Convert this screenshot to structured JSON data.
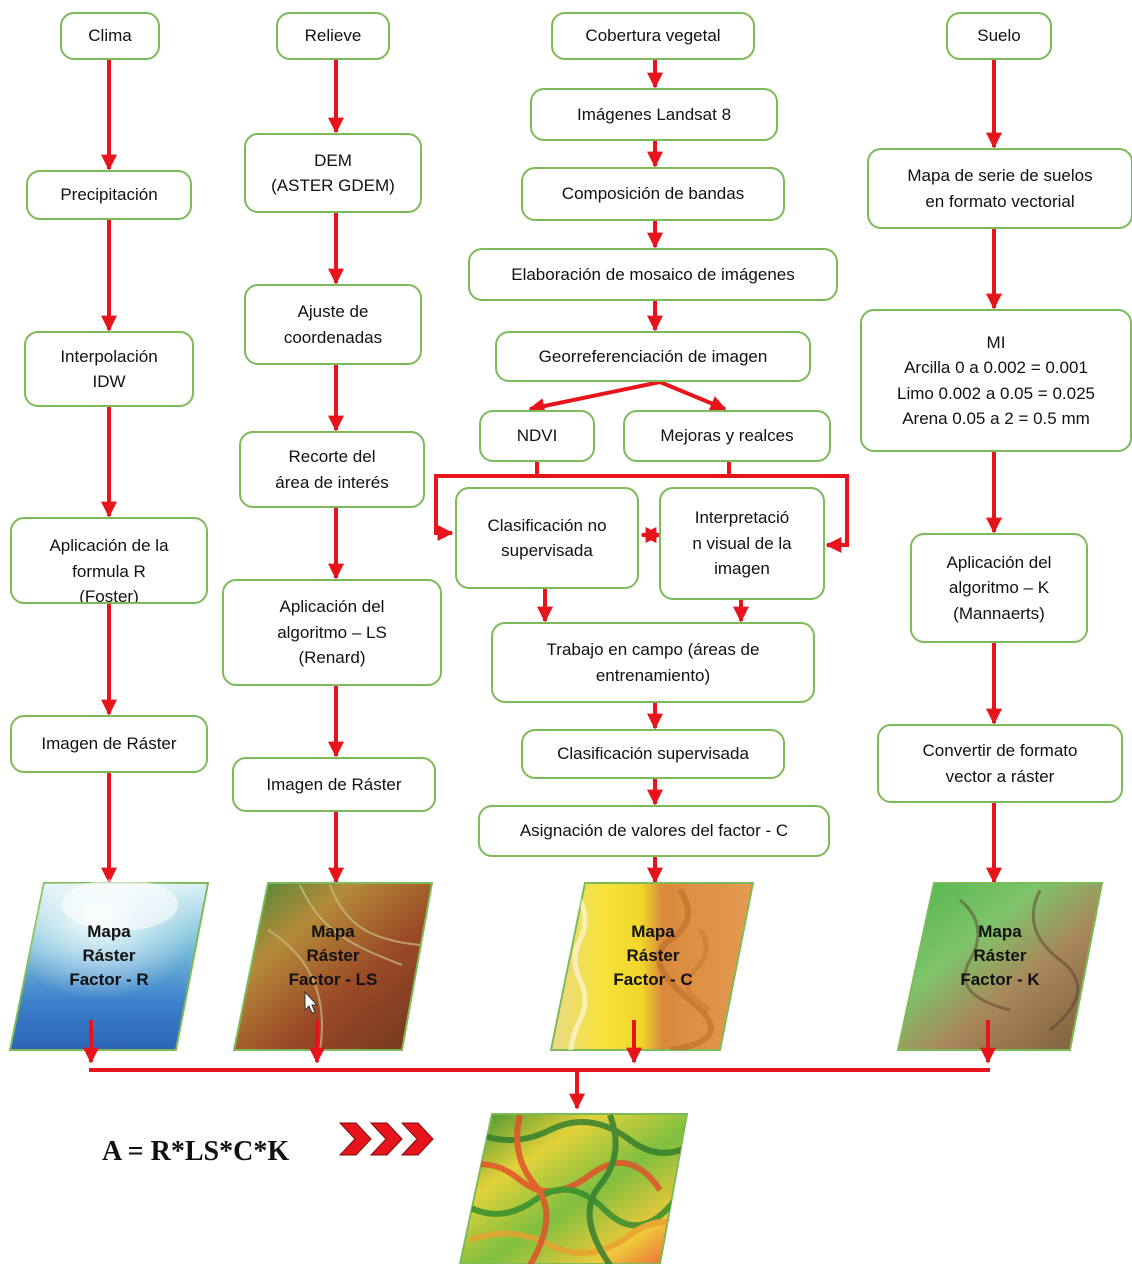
{
  "nodes": {
    "clima": "Clima",
    "precipitacion": "Precipitación",
    "interpolacion": "Interpolación\nIDW",
    "formula_r": "Aplicación de la\nformula R\n(Foster)",
    "raster_r": "Imagen de Ráster",
    "relieve": "Relieve",
    "dem": "DEM\n(ASTER GDEM)",
    "ajuste": "Ajuste de\ncoordenadas",
    "recorte": "Recorte del\nárea de interés",
    "algoritmo_ls": "Aplicación del\nalgoritmo – LS\n(Renard)",
    "raster_ls": "Imagen de Ráster",
    "cobertura": "Cobertura vegetal",
    "landsat": "Imágenes Landsat 8",
    "composicion": "Composición de bandas",
    "mosaico": "Elaboración de mosaico de imágenes",
    "georref": "Georreferenciación de imagen",
    "ndvi": "NDVI",
    "mejoras": "Mejoras y realces",
    "clasif_no_sup": "Clasificación no\nsupervisada",
    "interpretacion": "Interpretació\nn visual de la\nimagen",
    "trabajo_campo": "Trabajo en campo (áreas de\nentrenamiento)",
    "clasif_sup": "Clasificación supervisada",
    "asignacion": "Asignación de valores del factor - C",
    "suelo": "Suelo",
    "mapa_suelos": "Mapa de serie de suelos\nen formato vectorial",
    "mi": "MI\nArcilla 0 a 0.002 = 0.001\nLimo 0.002 a 0.05 = 0.025\nArena 0.05 a 2 = 0.5 mm",
    "algoritmo_k": "Aplicación del\nalgoritmo – K\n(Mannaerts)",
    "convertir": "Convertir de formato\nvector a ráster"
  },
  "maps": {
    "r": "Mapa\nRáster\nFactor - R",
    "ls": "Mapa\nRáster\nFactor - LS",
    "c": "Mapa\nRáster\nFactor - C",
    "k": "Mapa\nRáster\nFactor - K"
  },
  "formula": "A = R*LS*C*K",
  "colors": {
    "arrow": "#e8141b",
    "border": "#7dbb58"
  }
}
